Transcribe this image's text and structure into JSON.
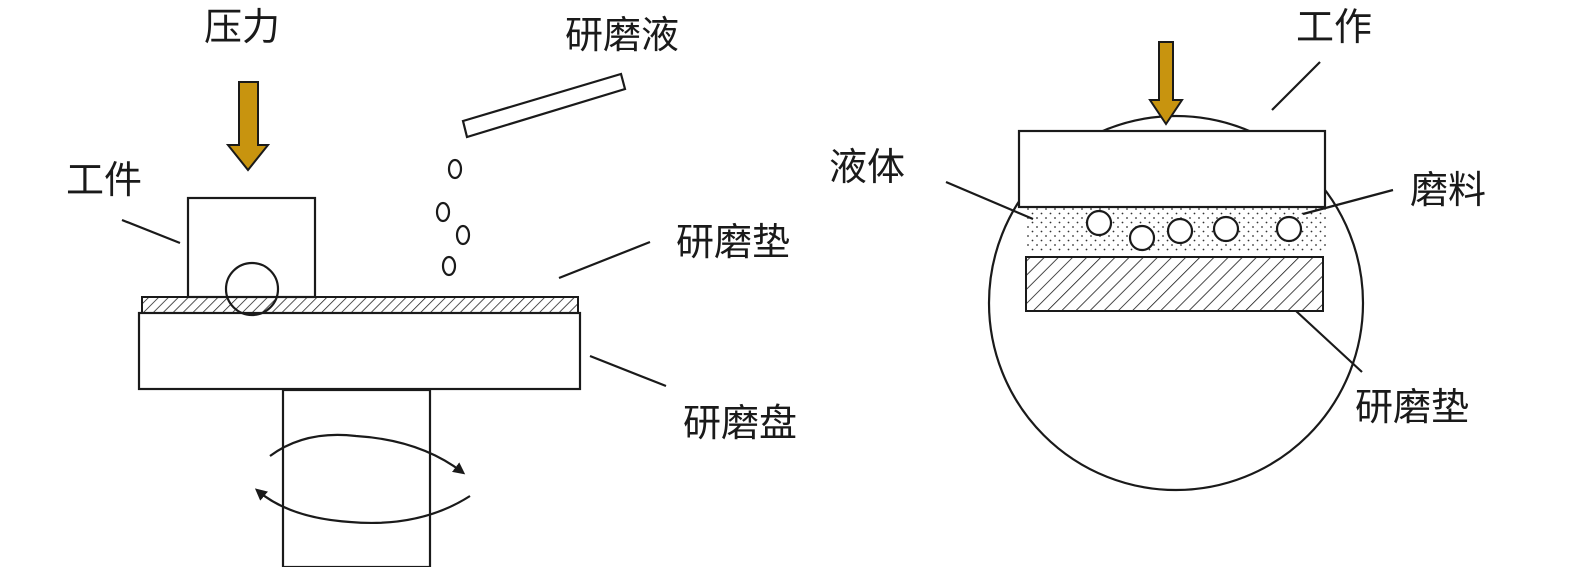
{
  "left": {
    "pressure_label": "压力",
    "slurry_label": "研磨液",
    "workpiece_label": "工件",
    "pad_label": "研磨垫",
    "plate_label": "研磨盘"
  },
  "right": {
    "workpiece_label": "工作",
    "liquid_label": "液体",
    "abrasive_label": "磨料",
    "pad_label": "研磨垫"
  },
  "colors": {
    "arrow_fill": "#C8940F",
    "line": "#1a1a1a"
  }
}
